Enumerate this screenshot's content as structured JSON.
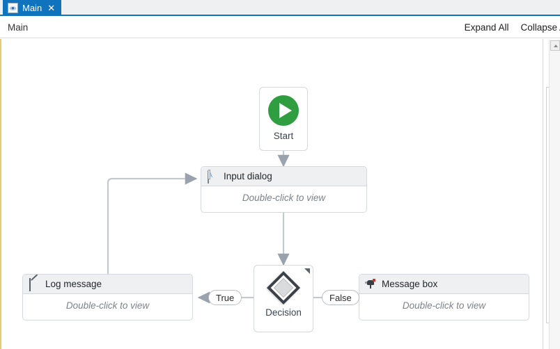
{
  "tabs": [
    {
      "label": "Main",
      "icon": "workflow-icon",
      "close": "✕",
      "active": true
    }
  ],
  "breadcrumb": {
    "label": "Main"
  },
  "toolbar": {
    "expand_all": "Expand All",
    "collapse_all": "Collapse All"
  },
  "canvas": {
    "nodes": [
      {
        "id": "start",
        "kind": "icon-node",
        "caption": "Start",
        "icon": "play-icon"
      },
      {
        "id": "input-dialog",
        "kind": "card",
        "title": "Input dialog",
        "icon": "input-dialog-icon",
        "body": "Double-click to view"
      },
      {
        "id": "decision",
        "kind": "icon-node",
        "caption": "Decision",
        "icon": "diamond-icon"
      },
      {
        "id": "log-message",
        "kind": "card",
        "title": "Log message",
        "icon": "log-message-icon",
        "body": "Double-click to view"
      },
      {
        "id": "message-box",
        "kind": "card",
        "title": "Message box",
        "icon": "message-box-icon",
        "body": "Double-click to view"
      }
    ],
    "branches": [
      {
        "id": "true-branch",
        "label": "True"
      },
      {
        "id": "false-branch",
        "label": "False"
      }
    ]
  },
  "colors": {
    "tab_active": "#1073bd",
    "accent_line": "#1073bd",
    "start_green": "#2f9e41",
    "card_header": "#eef0f2",
    "node_border": "#d5d8dc",
    "connector": "#c3c9d0",
    "body_text": "#7c828a",
    "canvas_edge": "#e8c97a"
  }
}
